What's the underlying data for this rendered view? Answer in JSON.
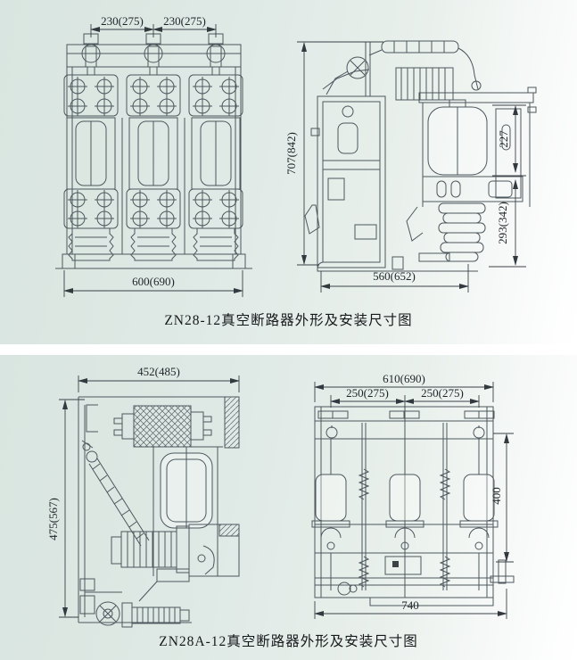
{
  "colors": {
    "panel_background": "#dfe9e5",
    "line": "#4d575d",
    "dimension_line": "#3a4146",
    "text": "#1f2428"
  },
  "panel1": {
    "caption": "ZN28-12真空断路器外形及安装尺寸图",
    "front_view": {
      "dim_pole_spacing_left": "230(275)",
      "dim_pole_spacing_right": "230(275)",
      "dim_overall_width": "600(690)"
    },
    "side_view": {
      "dim_overall_height": "707(842)",
      "dim_interrupter_height": "227",
      "dim_lower_insulator_height": "293(342)",
      "dim_overall_depth": "560(652)"
    }
  },
  "panel2": {
    "caption": "ZN28A-12真空断路器外形及安装尺寸图",
    "side_view": {
      "dim_overall_width": "452(485)",
      "dim_overall_height": "475(567)"
    },
    "front_view": {
      "dim_overall_width": "610(690)",
      "dim_pole_spacing_left": "250(275)",
      "dim_pole_spacing_right": "250(275)",
      "dim_frame_height": "400",
      "dim_base_width": "740"
    }
  }
}
